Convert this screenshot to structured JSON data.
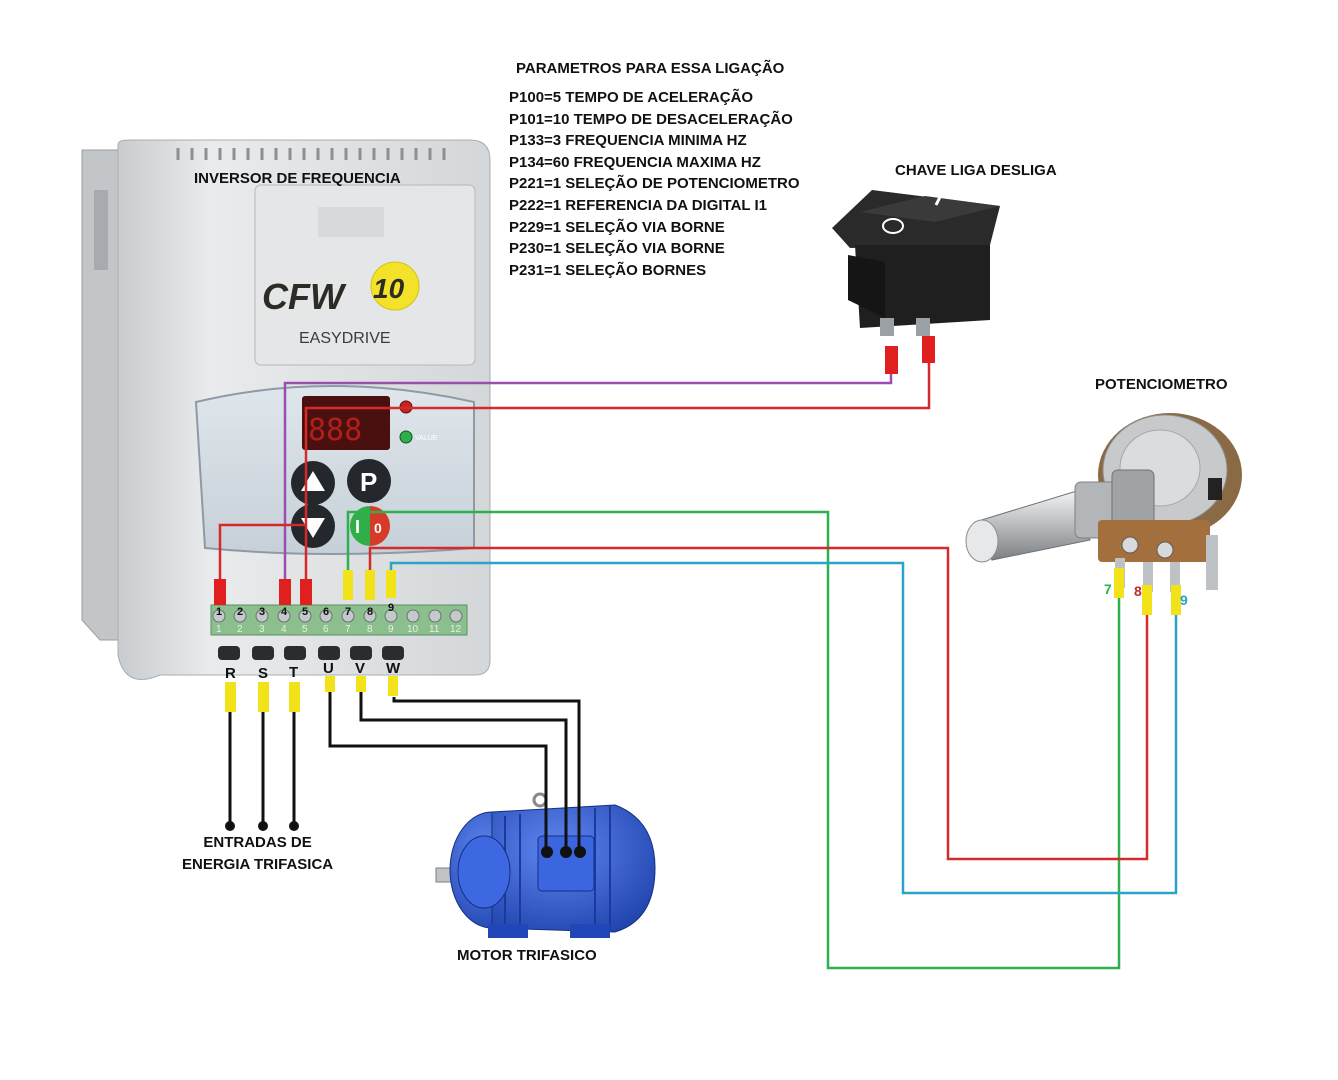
{
  "parameters": {
    "title": "PARAMETROS PARA ESSA  LIGAÇÃO",
    "items": [
      "P100=5 TEMPO DE ACELERAÇÃO",
      "P101=10 TEMPO DE DESACELERAÇÃO",
      "P133=3 FREQUENCIA MINIMA HZ",
      "P134=60 FREQUENCIA MAXIMA HZ",
      "P221=1 SELEÇÃO DE POTENCIOMETRO",
      "P222=1 REFERENCIA DA DIGITAL I1",
      "P229=1 SELEÇÃO VIA BORNE",
      "P230=1 SELEÇÃO VIA BORNE",
      "P231=1 SELEÇÃO BORNES"
    ]
  },
  "inverter": {
    "title": "INVERSOR DE FREQUENCIA",
    "brand": "CFW",
    "model": "10",
    "series": "EASYDRIVE",
    "led_label": "VALUE",
    "key_p": "P",
    "key_run": "I",
    "key_stop": "0",
    "control_terminals": [
      "1",
      "2",
      "3",
      "4",
      "5",
      "6",
      "7",
      "8",
      "9"
    ],
    "strip_numbers": [
      "1",
      "2",
      "3",
      "4",
      "5",
      "6",
      "7",
      "8",
      "9",
      "10",
      "11",
      "12"
    ],
    "power_terminals": [
      "R",
      "S",
      "T",
      "U",
      "V",
      "W"
    ]
  },
  "switch": {
    "title": "CHAVE LIGA DESLIGA",
    "off_symbol": "O",
    "on_symbol": "I"
  },
  "potentiometer": {
    "title": "POTENCIOMETRO",
    "pins": [
      "7",
      "8",
      "9"
    ]
  },
  "supply": {
    "line1": "ENTRADAS DE",
    "line2": "ENERGIA TRIFASICA"
  },
  "motor": {
    "label": "MOTOR TRIFASICO"
  },
  "colors": {
    "red_wire": "#d42a2a",
    "purple_wire": "#9a4fb0",
    "green_wire": "#2fb04f",
    "blue_wire": "#2ba3c8",
    "black_wire": "#111111",
    "red_tag": "#e01f1f",
    "yellow_tag": "#f2e21a",
    "motor_blue": "#2c59d6"
  }
}
